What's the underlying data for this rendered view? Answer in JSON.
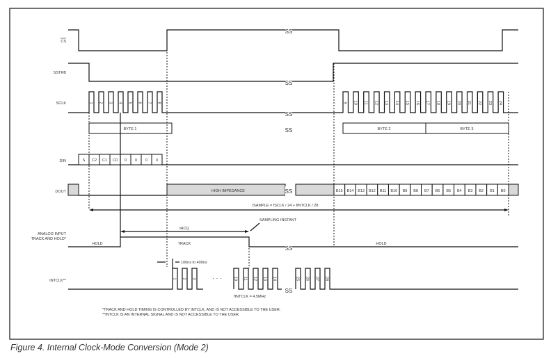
{
  "signals": {
    "cs": "CS",
    "sstrb": "SSTRB",
    "sclk": "SCLK",
    "din": "DIN",
    "dout": "DOUT",
    "analog1": "ANALOG INPUT",
    "analog2": "TRACK AND HOLD*",
    "intclk": "INTCLK**"
  },
  "sclk_numbers_1": [
    "1",
    "2",
    "3",
    "4",
    "5",
    "6",
    "7",
    "8"
  ],
  "sclk_numbers_2": [
    "9",
    "10",
    "11",
    "12",
    "13",
    "14",
    "15",
    "16",
    "17",
    "18",
    "19",
    "20",
    "21",
    "22",
    "23",
    "24"
  ],
  "bytes": {
    "byte1": "BYTE 1",
    "byte2": "BYTE 2",
    "byte3": "BYTE 3"
  },
  "din_bits": [
    "S",
    "C2",
    "C1",
    "C0",
    "0",
    "0",
    "0",
    "0"
  ],
  "dout_bits": [
    "B15",
    "B14",
    "B13",
    "B12",
    "B11",
    "B10",
    "B9",
    "B8",
    "B7",
    "B6",
    "B5",
    "B4",
    "B3",
    "B2",
    "B1",
    "B0"
  ],
  "dout_hiz": "HIGH IMPEDANCE",
  "tsample": "tSAMPLE = fSCLK / 24 + fINTCLK / 28",
  "tacq": "tACQ",
  "sampling_instant": "SAMPLING INSTANT",
  "hold1": "HOLD",
  "track": "TRACK",
  "hold2": "HOLD",
  "delay": "100ns to 400ns",
  "intclk_freq": "fINTCLK = 4.5MHz",
  "intclk_numbers": {
    "g1": [
      "1",
      "2",
      "3"
    ],
    "g2": [
      "10",
      "11",
      "12",
      "13",
      "14"
    ],
    "g3": [
      "25",
      "26",
      "27",
      "28"
    ]
  },
  "dots": "· · ·",
  "break": "SS",
  "notes": [
    "*TRACK AND HOLD TIMING IS CONTROLLED BY INTCLK, AND IS NOT ACCESSIBLE TO THE USER.",
    "**INTCLK IS AN INTERNAL SIGNAL AND IS NOT ACCESSIBLE TO THE USER."
  ],
  "caption": "Figure 4. Internal Clock-Mode Conversion (Mode 2)"
}
